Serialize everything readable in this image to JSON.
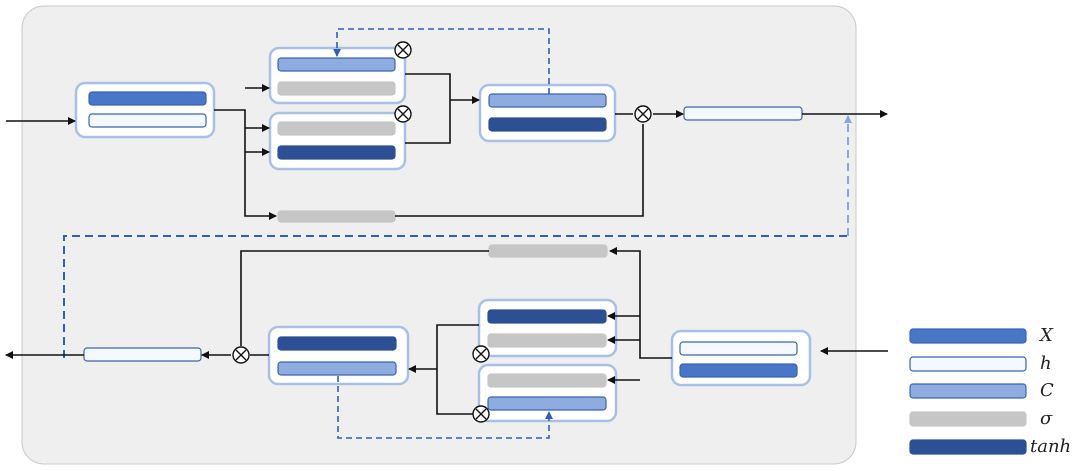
{
  "colors": {
    "panel_bg": "#efefef",
    "panel_border": "#c9c9c9",
    "group_border": "#a9c0e6",
    "group_fill": "#ffffff",
    "X": "#4a76c8",
    "h": "#f4f8ff",
    "C": "#8eacdf",
    "sigma": "#c6c6c6",
    "tanh": "#2d4f94",
    "bar_stroke": "#3a64b0",
    "arrow": "#111111",
    "dashed_dark": "#2f5fb8",
    "dashed_light": "#8aa6db"
  },
  "legend": [
    {
      "key": "X",
      "label": "X"
    },
    {
      "key": "h",
      "label": "h"
    },
    {
      "key": "C",
      "label": "C"
    },
    {
      "key": "sigma",
      "label": "σ"
    },
    {
      "key": "tanh",
      "label": "tanh"
    }
  ],
  "icons": {
    "multiply": "circled-times-icon",
    "arrow": "arrow-icon"
  }
}
